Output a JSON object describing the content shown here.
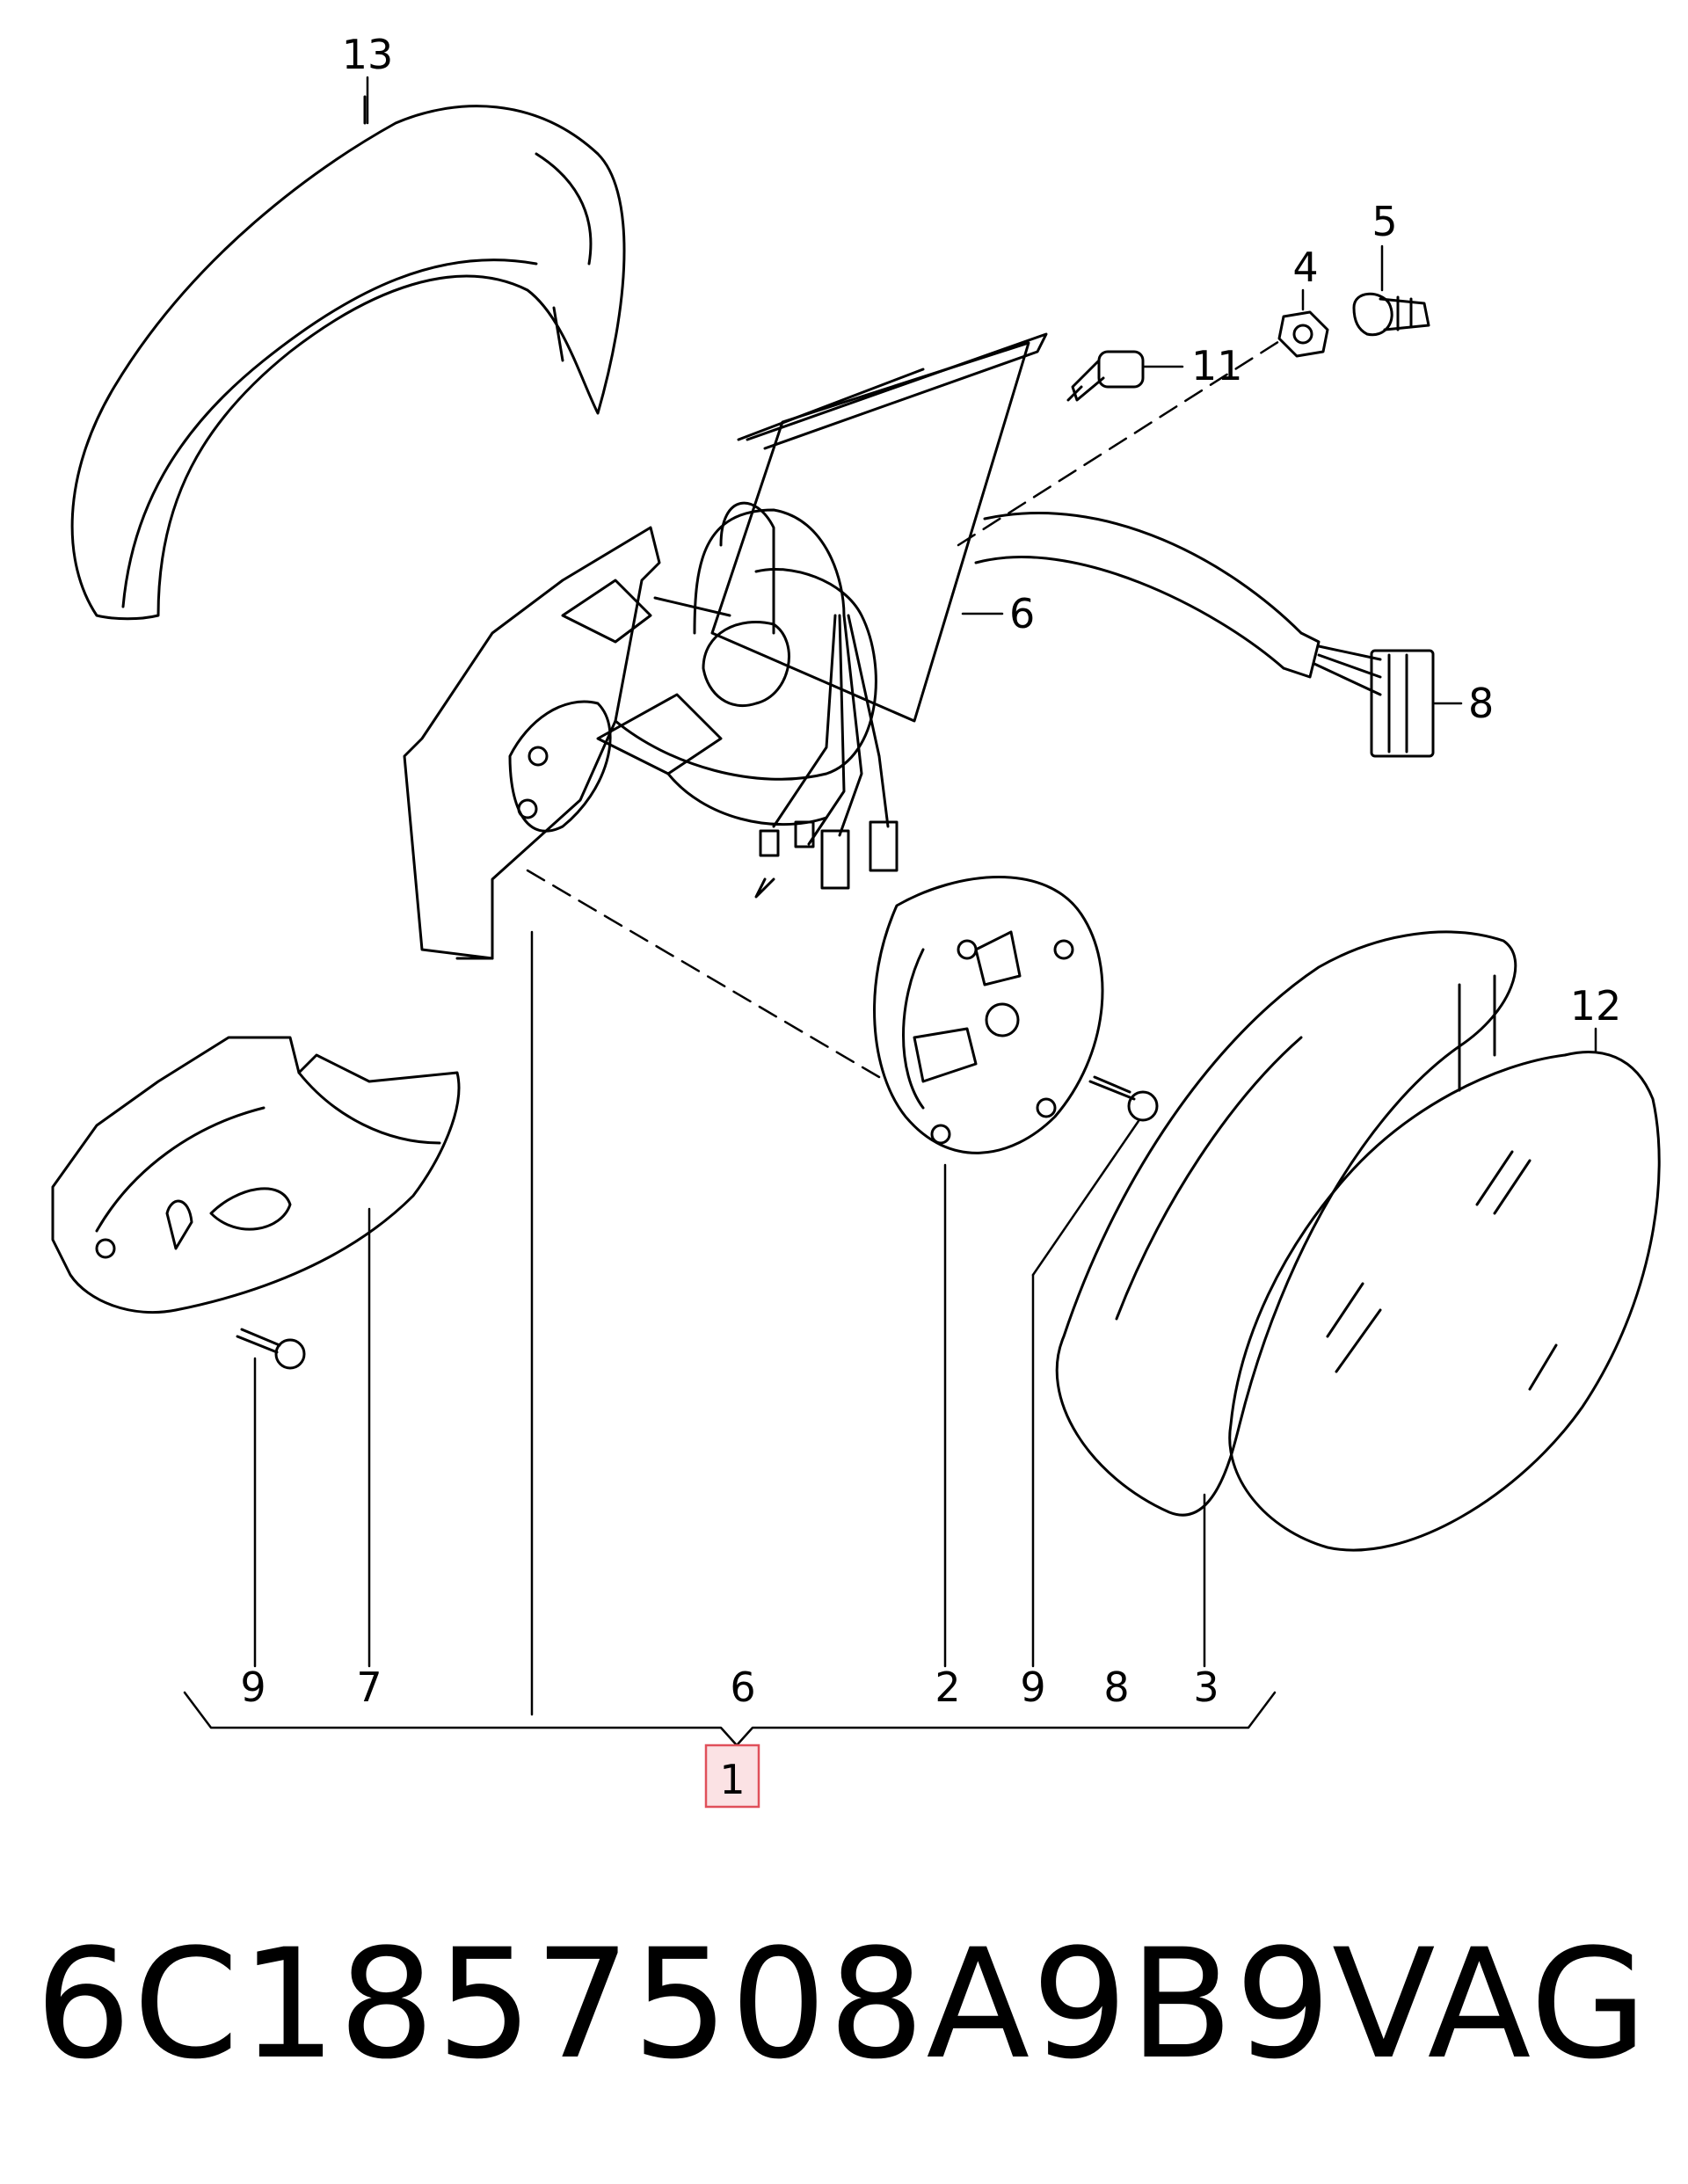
{
  "diagram": {
    "callouts": {
      "c13": "13",
      "c5": "5",
      "c4": "4",
      "c11": "11",
      "c6_top": "6",
      "c8_top": "8",
      "c12": "12",
      "b9a": "9",
      "b7": "7",
      "b6": "6",
      "b2": "2",
      "b9b": "9",
      "b8": "8",
      "b3": "3",
      "assembly": "1"
    },
    "highlight_color": "#e0505a"
  },
  "footer": {
    "part_number": "6C1857508A9B9",
    "brand": "VAG"
  }
}
